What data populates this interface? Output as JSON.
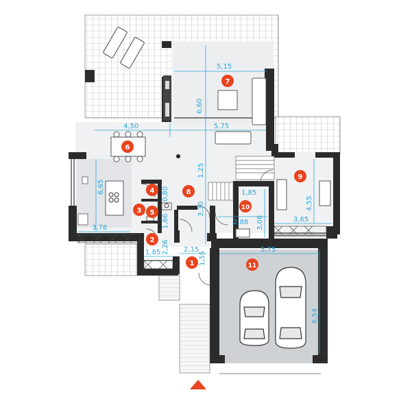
{
  "colors": {
    "wall": "#2b2b2b",
    "floor_light": "#f0f1f2",
    "garage_floor": "#cfd2d5",
    "dimension": "#2aa7d8",
    "room_marker": "#e8441f",
    "entry_arrow": "#e8441f"
  },
  "rooms": [
    {
      "id": "r1",
      "label": "1"
    },
    {
      "id": "r2",
      "label": "2"
    },
    {
      "id": "r3",
      "label": "3"
    },
    {
      "id": "r4",
      "label": "4"
    },
    {
      "id": "r5",
      "label": "5"
    },
    {
      "id": "r6",
      "label": "6"
    },
    {
      "id": "r7",
      "label": "7"
    },
    {
      "id": "r8",
      "label": "8"
    },
    {
      "id": "r9",
      "label": "9"
    },
    {
      "id": "r10",
      "label": "10"
    },
    {
      "id": "r11",
      "label": "11"
    }
  ],
  "dimensions": {
    "living_width": "5,15",
    "living_depth": "6,60",
    "dining_width": "4,50",
    "hall_width": "5,75",
    "stair_gap": "1,25",
    "kitchen_depth": "6,65",
    "kitchen_width": "3,78",
    "closet_depth": "0,80",
    "wc_depth": "1,66",
    "boiler_depth": "2,26",
    "hall_depth": "3,30",
    "study_depth": "4,55",
    "study_width": "3,65",
    "utility_width": "2,88",
    "utility_depth": "3,08",
    "small_depth": "1,85",
    "vestibule_width": "1,85",
    "entry_width": "2,15",
    "entry_depth": "1,55",
    "garage_width": "5,75",
    "garage_depth": "6,54"
  }
}
